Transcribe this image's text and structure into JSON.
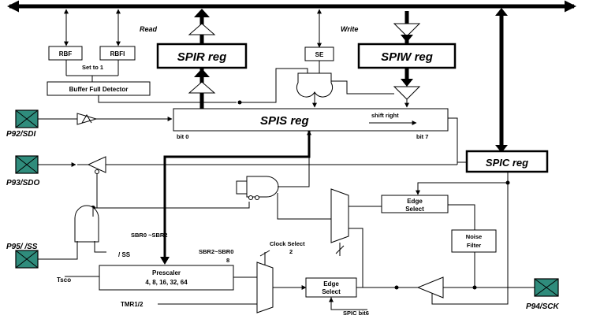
{
  "blocks": {
    "rbf": "RBF",
    "rbfi": "RBFI",
    "set_to_1": "Set to 1",
    "buffer_full_detector": "Buffer Full Detector",
    "se": "SE",
    "spir": "SPIR   reg",
    "spiw": "SPIW   reg",
    "spis": "SPIS   reg",
    "spic": "SPIC  reg",
    "shift_right": "shift right",
    "bit0": "bit 0",
    "bit7": "bit 7",
    "edge_select_top_1": "Edge",
    "edge_select_top_2": "Select",
    "noise_filter_1": "Noise",
    "noise_filter_2": "Filter",
    "prescaler_title": "Prescaler",
    "prescaler_values": "4, 8, 16, 32,  64",
    "edge_select_bottom_1": "Edge",
    "edge_select_bottom_2": "Select"
  },
  "signals": {
    "read": "Read",
    "write": "Write",
    "sbr0_sbr2": "SBR0 ~SBR2",
    "ss_bar": "/ SS",
    "sbr2_sbr0": "SBR2~SBR0",
    "bus_width_8": "8",
    "clock_select": "Clock Select",
    "bus_width_2": "2",
    "tsco": "Tsco",
    "tmr": "TMR1/2",
    "spic_bit6": "SPIC bit6"
  },
  "pins": {
    "sdi": "P92/SDI",
    "sdo": "P93/SDO",
    "ss": "P95/ /SS",
    "sck": "P94/SCK"
  },
  "colors": {
    "pad": "#2f8c7c",
    "line": "#000000"
  }
}
